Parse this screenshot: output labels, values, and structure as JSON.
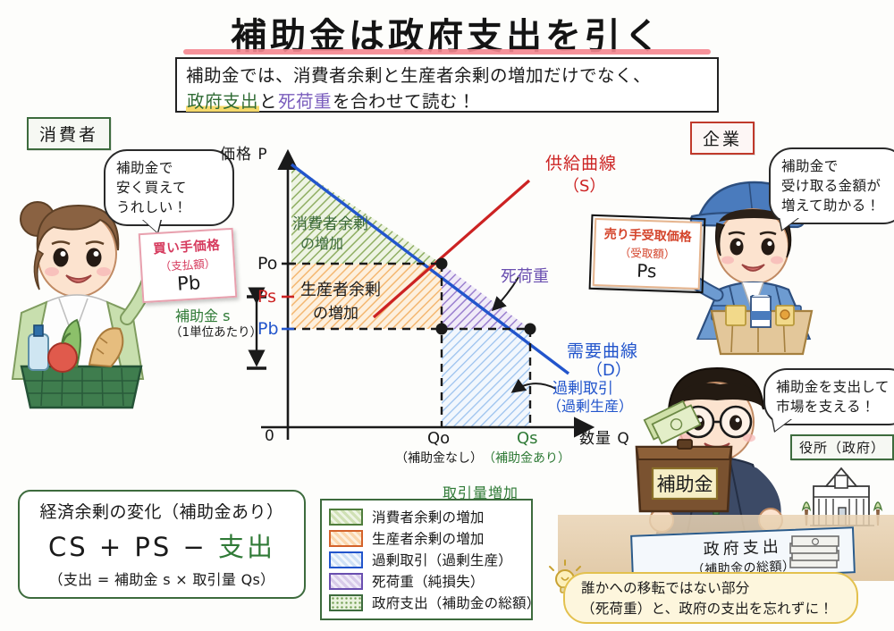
{
  "title": "補助金は政府支出を引く",
  "subtitle": {
    "line1": "補助金では、消費者余剰と生産者余剰の増加だけでなく、",
    "line2_a": "政府支出",
    "line2_b": "と",
    "line2_c": "死荷重",
    "line2_d": "を合わせて読む！"
  },
  "tags": {
    "consumer": "消費者",
    "firm": "企業",
    "government": "役所（政府）"
  },
  "bubbles": {
    "consumer": [
      "補助金で",
      "安く買えて",
      "うれしい！"
    ],
    "firm": [
      "補助金で",
      "受け取る金額が",
      "増えて助かる！"
    ],
    "government": [
      "補助金を支出して",
      "市場を支える！"
    ]
  },
  "cards": {
    "buyer": {
      "line1": "買い手価格",
      "line2": "（支払額）",
      "symbol": "Pb"
    },
    "seller": {
      "line1": "売り手受取価格",
      "line2": "（受取額）",
      "symbol": "Ps"
    }
  },
  "chart_data": {
    "type": "line",
    "title": "",
    "xlabel": "数量 Q",
    "ylabel": "価格 P",
    "origin_label": "0",
    "grid": false,
    "series": [
      {
        "name": "供給曲線（S）",
        "label_line1": "供給曲線",
        "label_line2": "（S）",
        "color": "#cc2222",
        "points": [
          [
            0.34,
            0.26
          ],
          [
            1.0,
            0.92
          ]
        ]
      },
      {
        "name": "需要曲線（D）",
        "label_line1": "需要曲線",
        "label_line2": "（D）",
        "color": "#2255cc",
        "points": [
          [
            0.0,
            1.0
          ],
          [
            1.0,
            0.18
          ]
        ]
      }
    ],
    "price_ticks": [
      {
        "label": "Po",
        "color": "#1a1a1a"
      },
      {
        "label": "Ps",
        "color": "#cc2222"
      },
      {
        "label": "Pb",
        "color": "#2255cc"
      }
    ],
    "quantity_ticks": [
      {
        "label": "Qo",
        "sub": "（補助金なし）",
        "color": "#1a1a1a"
      },
      {
        "label": "Qs",
        "sub": "（補助金あり）",
        "color": "#2f7a36"
      }
    ],
    "subsidy_bracket": {
      "label1": "補助金 s",
      "label2": "（1単位あたり）"
    },
    "quantity_bracket": {
      "label": "取引量増加"
    },
    "annotations": [
      {
        "name": "consumer-surplus",
        "line1": "消費者余剰",
        "line2": "の増加",
        "color": "#3d6b3d"
      },
      {
        "name": "producer-surplus",
        "line1": "生産者余剰",
        "line2": "の増加",
        "color": "#1a1a1a"
      },
      {
        "name": "deadweight-loss",
        "line1": "死荷重",
        "line2": "",
        "color": "#6a4fb0"
      },
      {
        "name": "excess-trade",
        "line1": "過剰取引",
        "line2": "（過剰生産）",
        "color": "#2255cc"
      }
    ]
  },
  "formula_box": {
    "heading": "経済余剰の変化（補助金あり）",
    "expr_cs": "CS",
    "expr_plus": "+",
    "expr_ps": "PS",
    "expr_minus": "−",
    "expr_spend": "支出",
    "note": "（支出 = 補助金 s × 取引量 Qs）"
  },
  "legend": {
    "items": [
      {
        "label": "消費者余剰の増加",
        "fill": "#cfe0b4",
        "stroke": "#4f7d3c"
      },
      {
        "label": "生産者余剰の増加",
        "fill": "#fbd6ac",
        "stroke": "#d4622a"
      },
      {
        "label": "過剰取引（過剰生産）",
        "fill": "#cfe0f5",
        "stroke": "#2255cc"
      },
      {
        "label": "死荷重（純損失）",
        "fill": "#d8cae9",
        "stroke": "#6a4fb0"
      },
      {
        "label": "政府支出（補助金の総額）",
        "fill": "#e4efd8",
        "stroke": "#3d6b3d"
      }
    ]
  },
  "gov_banner": {
    "line1": "政府支出",
    "line2": "（補助金の総額）"
  },
  "tip_note": {
    "line1": "誰かへの移転ではない部分",
    "line2": "（死荷重）と、政府の支出を忘れずに！"
  }
}
